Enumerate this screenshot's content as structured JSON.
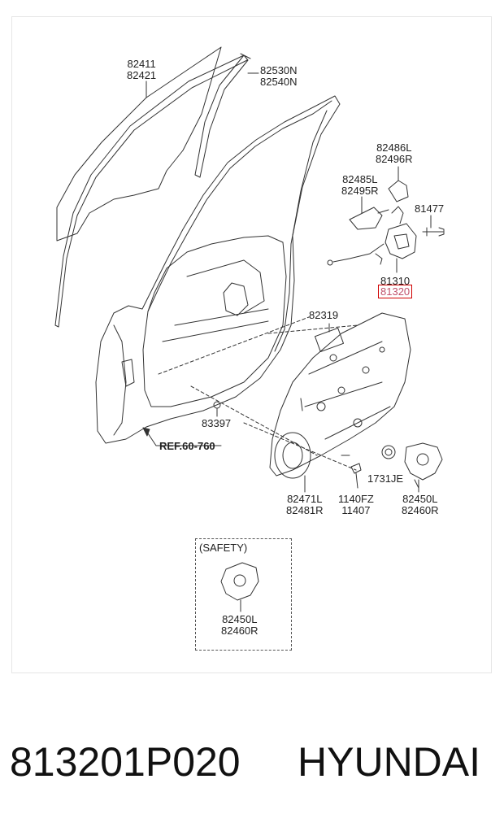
{
  "labels": {
    "glass": [
      "82411",
      "82421"
    ],
    "channel": [
      "82530N",
      "82540N"
    ],
    "handle_bracket": [
      "82486L",
      "82496R"
    ],
    "outside_handle": [
      "82485L",
      "82495R"
    ],
    "bolt": "81477",
    "latch_upper": "81310",
    "latch_highlighted": "81320",
    "pad": "82319",
    "plug": "83397",
    "reference": "REF.60-760",
    "module_panel": [
      "82471L",
      "82481R"
    ],
    "screw": [
      "1140FZ",
      "11407"
    ],
    "grommet": "1731JE",
    "regulator_motor": [
      "82450L",
      "82460R"
    ],
    "safety_title": "(SAFETY)",
    "safety_motor": [
      "82450L",
      "82460R"
    ]
  },
  "footer": {
    "part_number": "813201P020",
    "brand": "HYUNDAI"
  },
  "colors": {
    "highlight_border": "#d00000",
    "highlight_text": "#c0506a",
    "line": "#333333"
  }
}
